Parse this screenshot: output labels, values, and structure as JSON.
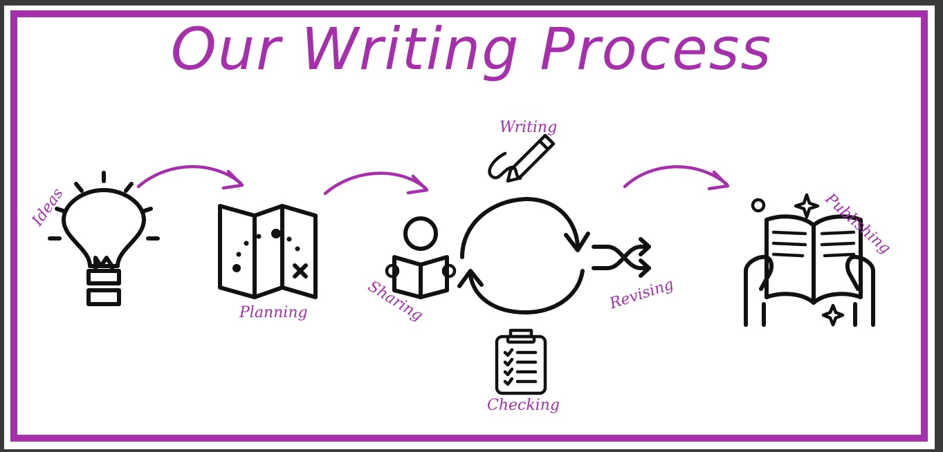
{
  "title": "Our Writing Process",
  "colors": {
    "accent": "#a62fac",
    "ink": "#111111",
    "frame": "#3a3a3a",
    "background": "#ffffff"
  },
  "stages": [
    {
      "label": "Ideas",
      "icon": "lightbulb-icon"
    },
    {
      "label": "Planning",
      "icon": "map-icon"
    },
    {
      "label": "Sharing",
      "icon": "person-reading-icon"
    },
    {
      "label": "Writing",
      "icon": "pencil-icon"
    },
    {
      "label": "Revising",
      "icon": "shuffle-icon"
    },
    {
      "label": "Checking",
      "icon": "clipboard-checklist-icon"
    },
    {
      "label": "Publishing",
      "icon": "open-book-icon"
    }
  ]
}
